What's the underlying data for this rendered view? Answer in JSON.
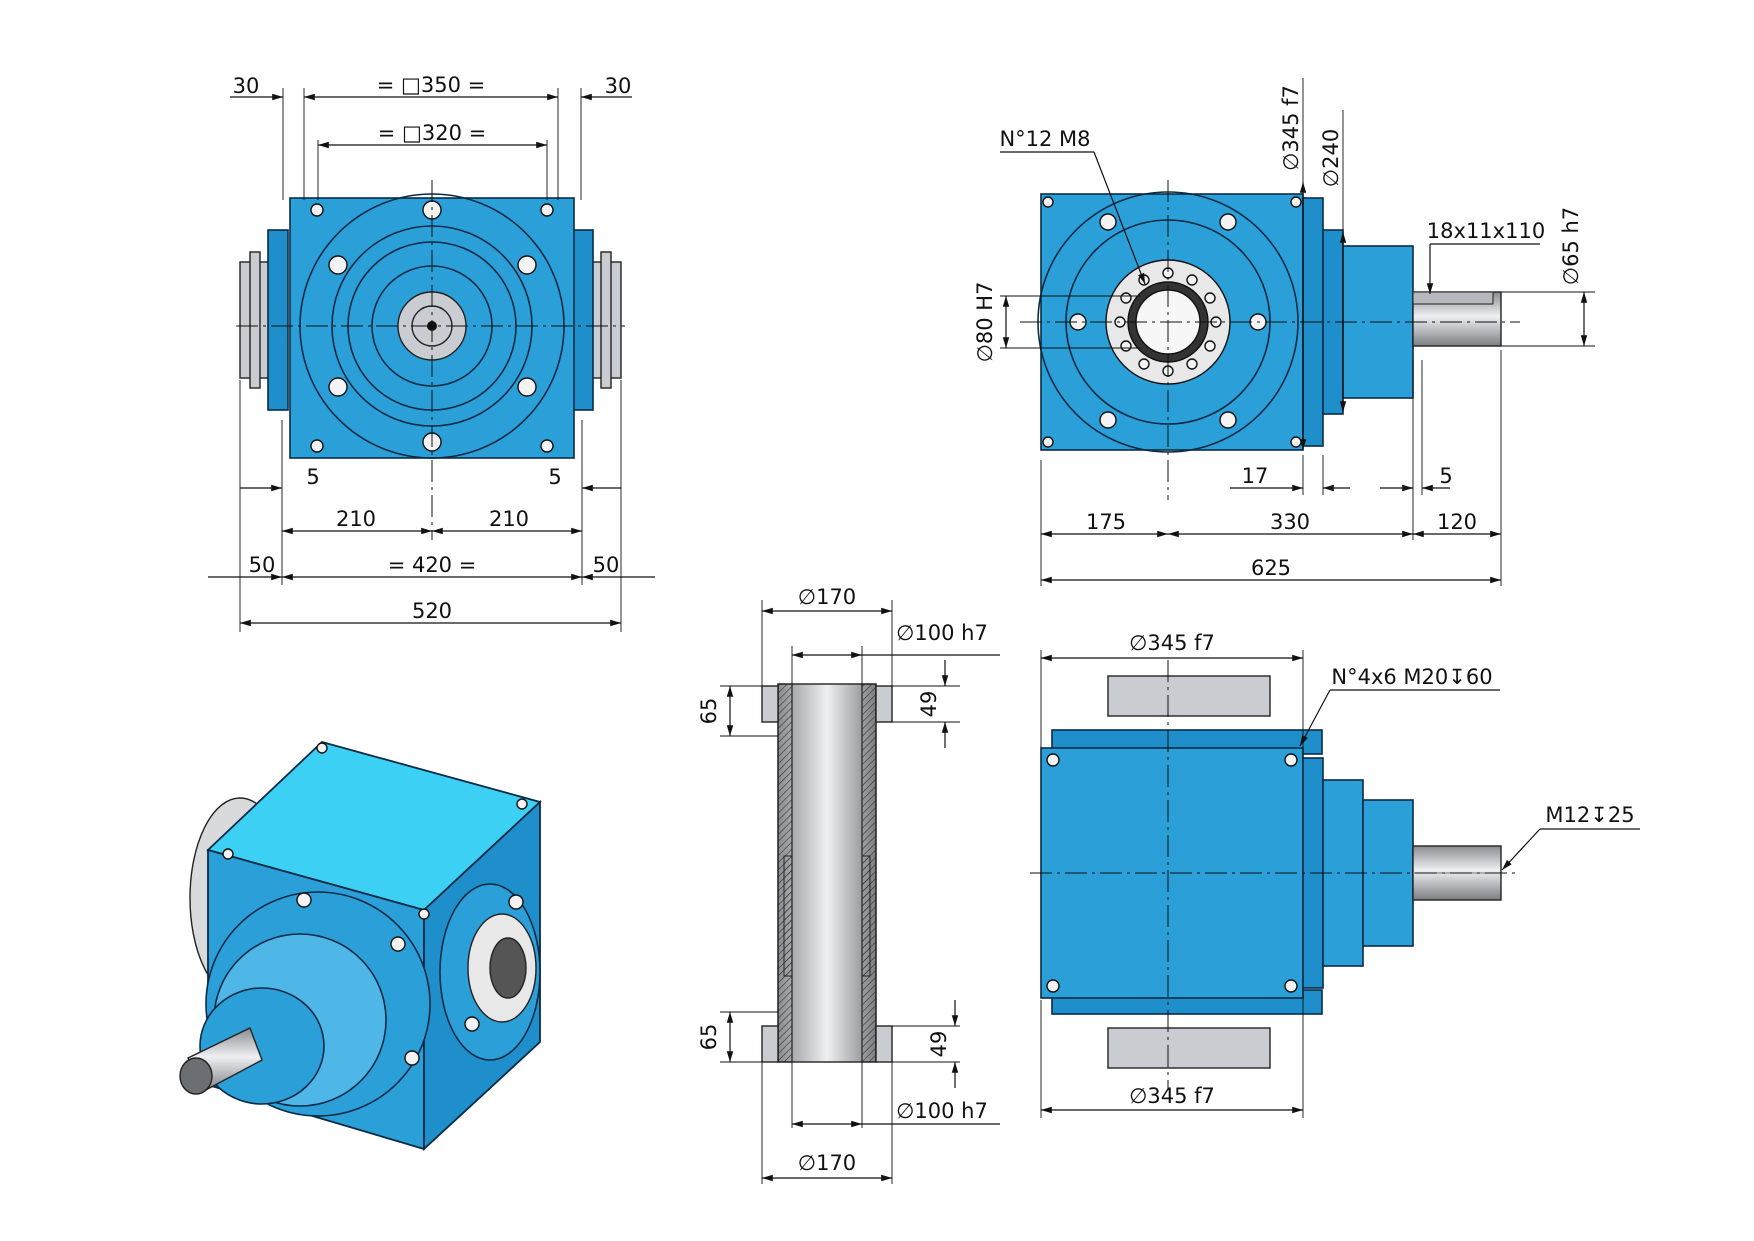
{
  "labels": {
    "front": {
      "d30_left": "30",
      "sq350": "= □350 =",
      "d30_right": "30",
      "sq320": "= □320 =",
      "d5_left": "5",
      "d5_right": "5",
      "d210_left": "210",
      "d210_right": "210",
      "d50_left": "50",
      "d420": "= 420 =",
      "d50_right": "50",
      "d520": "520"
    },
    "side": {
      "holes": "N°12 M8",
      "bore": "∅80 H7",
      "pilot": "∅345 f7",
      "flange": "∅240",
      "key": "18x11x110",
      "shaft": "∅65 h7",
      "d17": "17",
      "d5": "5",
      "d175": "175",
      "d330": "330",
      "d120": "120",
      "d625": "625"
    },
    "hollow": {
      "top_d170": "∅170",
      "top_d100": "∅100 h7",
      "top_65": "65",
      "top_49": "49",
      "bot_65": "65",
      "bot_49": "49",
      "bot_d100": "∅100 h7",
      "bot_d170": "∅170"
    },
    "top_view": {
      "d345_top": "∅345 f7",
      "tapped": "N°4x6 M20↧60",
      "center_tap": "M12↧25",
      "d345_bottom": "∅345 f7"
    }
  },
  "colors": {
    "housing": "#2a9fd8",
    "housing_dark": "#1f8fcc",
    "housing_top": "#3cd0f5",
    "outline": "#0b2b45",
    "metal": "#c9ccd0"
  }
}
